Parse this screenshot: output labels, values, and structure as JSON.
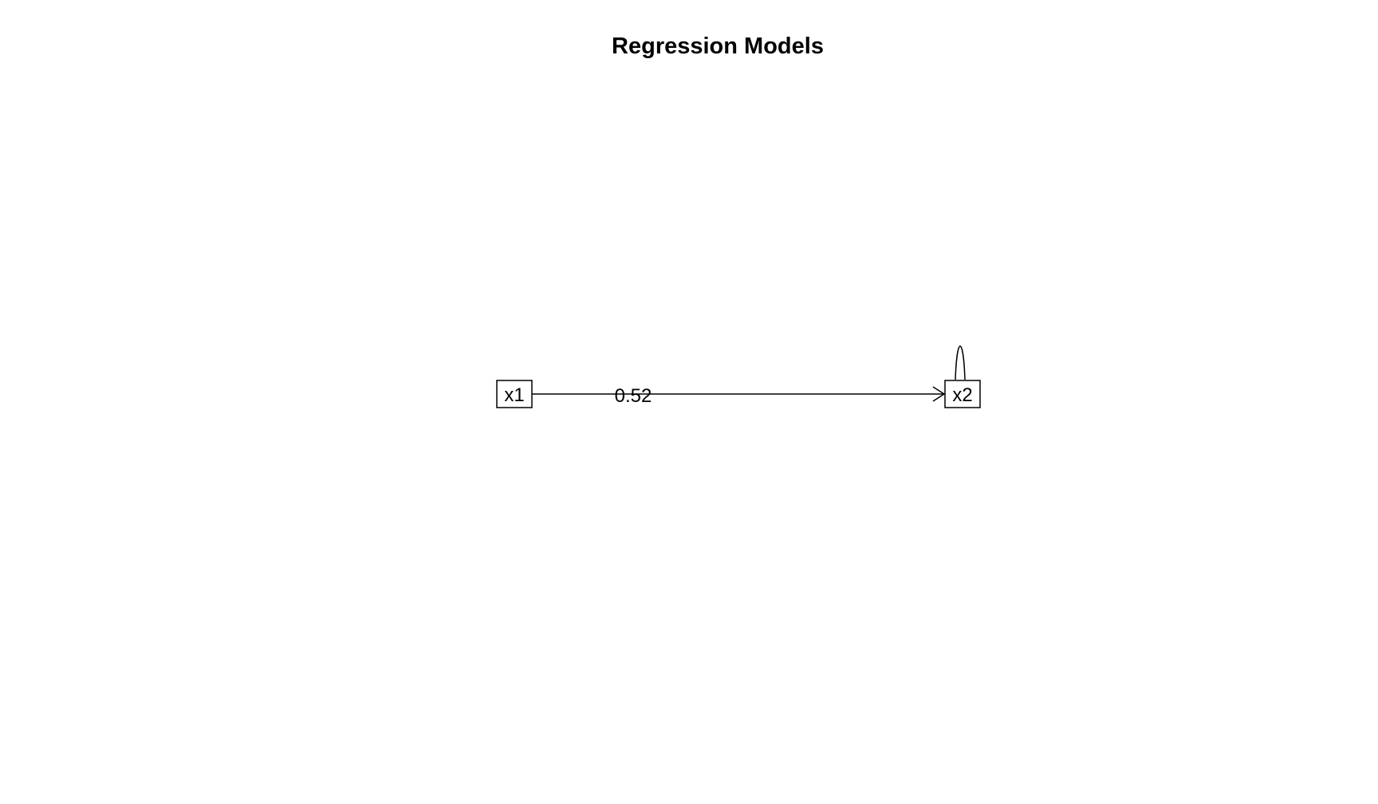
{
  "title": "Regression Models",
  "nodes": [
    {
      "id": "x1",
      "label": "x1"
    },
    {
      "id": "x2",
      "label": "x2"
    }
  ],
  "edges": [
    {
      "from": "x1",
      "to": "x2",
      "label": "0.52",
      "type": "regression"
    },
    {
      "from": "x2",
      "to": "x2",
      "label": "",
      "type": "residual-variance"
    }
  ],
  "colors": {
    "stroke": "#000000",
    "background": "#ffffff"
  }
}
